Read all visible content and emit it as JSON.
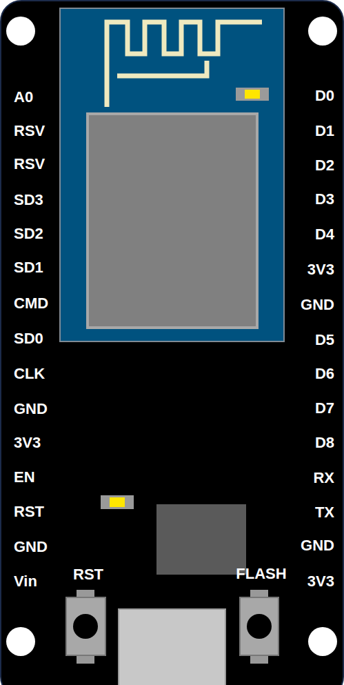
{
  "diagram": {
    "labels": [
      "A0",
      "RSV",
      "RSV",
      "SD3",
      "SD2",
      "SD1",
      "CMD",
      "SD0",
      "CLK",
      "GND",
      "3V3",
      "EN",
      "RST",
      "GND",
      "Vin",
      "D0",
      "D1",
      "D2",
      "D3",
      "D4",
      "3V3",
      "GND",
      "D5",
      "D6",
      "D7",
      "D8",
      "RX",
      "TX",
      "GND",
      "3V3",
      "RST",
      "FLASH"
    ]
  }
}
